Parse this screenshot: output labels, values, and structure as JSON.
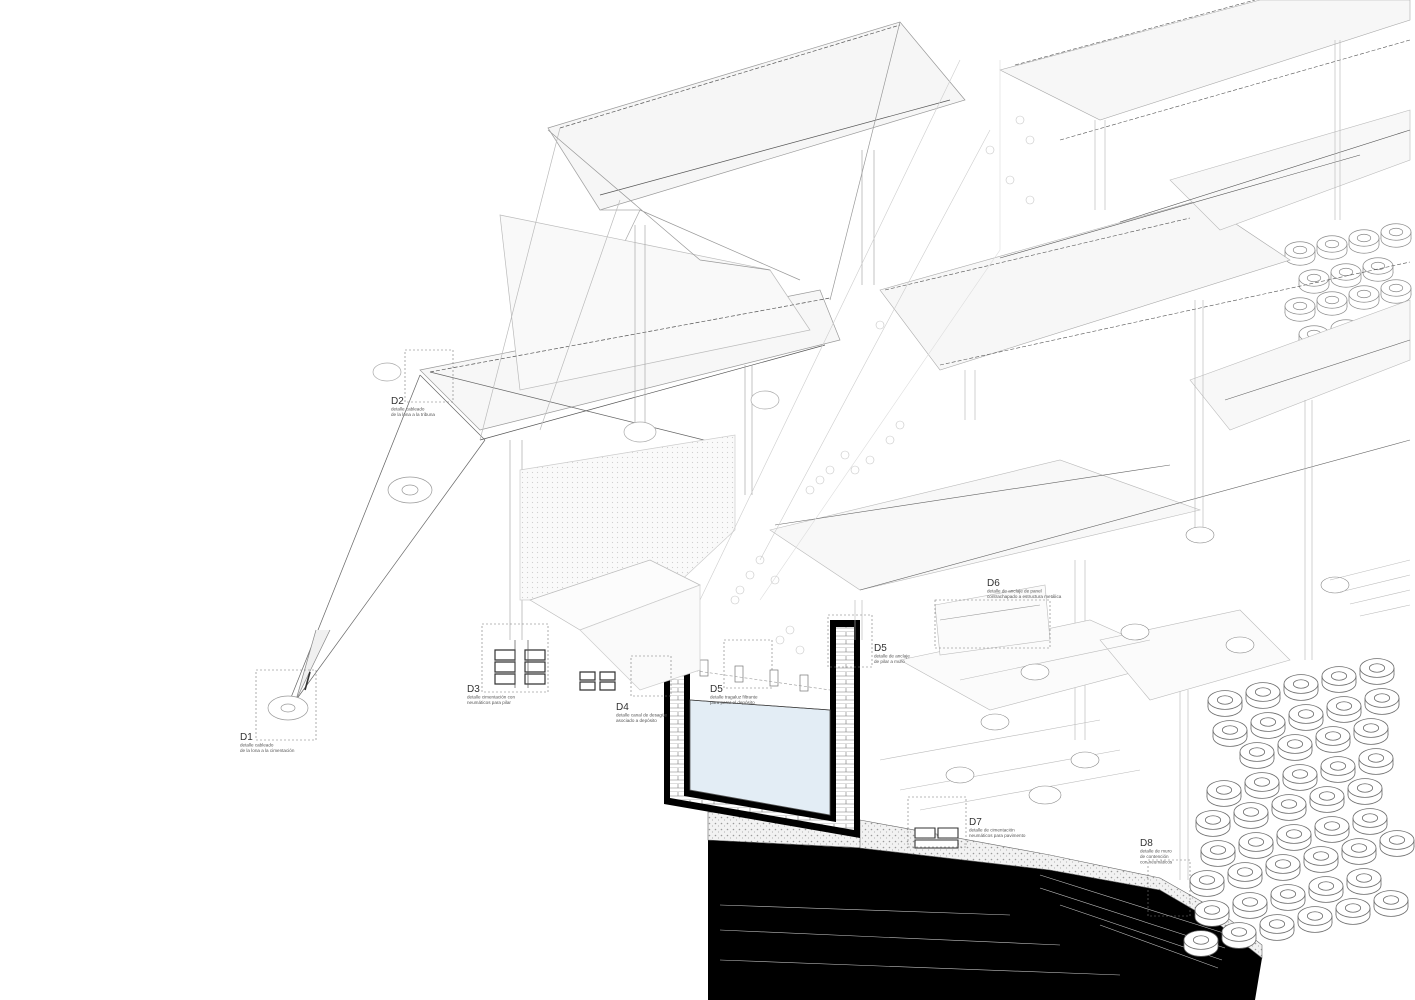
{
  "details": [
    {
      "id": "D1",
      "code": "D1",
      "lines": [
        "detalle cableado",
        "de la lona a la cimentación"
      ]
    },
    {
      "id": "D2",
      "code": "D2",
      "lines": [
        "detalle cableado",
        "de la lona a la tribuna"
      ]
    },
    {
      "id": "D3",
      "code": "D3",
      "lines": [
        "detalle cimentación con",
        "neumáticos para pilar"
      ]
    },
    {
      "id": "D4",
      "code": "D4",
      "lines": [
        "detalle canal de desagüe",
        "asociado a depósito"
      ]
    },
    {
      "id": "D5a",
      "code": "D5",
      "lines": [
        "detalle tragaluz filtrante",
        "para parar el depósito"
      ]
    },
    {
      "id": "D5b",
      "code": "D5",
      "lines": [
        "detalle de anclaje",
        "de pilar a muro"
      ]
    },
    {
      "id": "D6",
      "code": "D6",
      "lines": [
        "detalle de anclaje de panel",
        "contrachapado a estructura metálica"
      ]
    },
    {
      "id": "D7",
      "code": "D7",
      "lines": [
        "detalle de cimentación",
        "neumáticos para pavimento"
      ]
    },
    {
      "id": "D8",
      "code": "D8",
      "lines": [
        "detalle de muro",
        "de contención",
        "con neumáticos"
      ]
    }
  ],
  "colors": {
    "line": "#8a8a8a",
    "faint": "#cfcfcf",
    "ground": "#000000",
    "water": "#e3edf5",
    "gravel": "#dddddd"
  }
}
